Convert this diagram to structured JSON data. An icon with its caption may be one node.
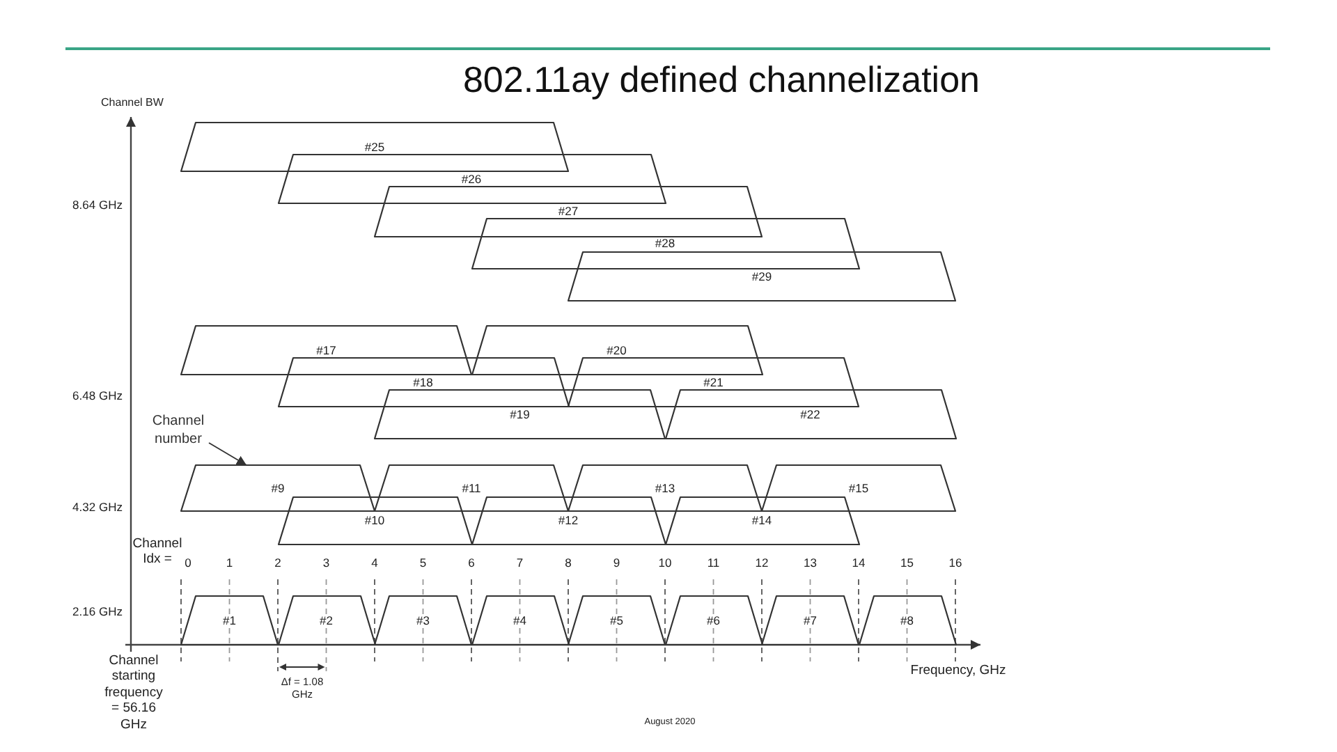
{
  "diagram": {
    "title": "802.11ay defined channelization",
    "nodes": [
      {
        "text": [
          "#25"
        ]
      },
      {
        "text": [
          "#26"
        ]
      },
      {
        "text": [
          "#27"
        ]
      },
      {
        "text": [
          "#28"
        ]
      },
      {
        "text": [
          "#29"
        ]
      },
      {
        "text": [
          "#17"
        ]
      },
      {
        "text": [
          "#20"
        ]
      },
      {
        "text": [
          "#18"
        ]
      },
      {
        "text": [
          "#21"
        ]
      },
      {
        "text": [
          "#19"
        ]
      },
      {
        "text": [
          "#22"
        ]
      },
      {
        "text": [
          "Channel number"
        ]
      },
      {
        "text": [
          "#9"
        ]
      },
      {
        "text": [
          "#11"
        ]
      },
      {
        "text": [
          "#13"
        ]
      },
      {
        "text": [
          "#15"
        ]
      },
      {
        "text": [
          "#10"
        ]
      },
      {
        "text": [
          "#12"
        ]
      },
      {
        "text": [
          "#14"
        ]
      },
      {
        "text": [
          "#1"
        ]
      },
      {
        "text": [
          "#2"
        ]
      },
      {
        "text": [
          "#3"
        ]
      },
      {
        "text": [
          "#4"
        ]
      },
      {
        "text": [
          "#5"
        ]
      },
      {
        "text": [
          "#6"
        ]
      },
      {
        "text": [
          "#7"
        ]
      },
      {
        "text": [
          "#8"
        ]
      }
    ],
    "edges": [
      {
        "from": 11,
        "to": 12,
        "arrow": "to"
      }
    ],
    "labels": [
      "Channel BW",
      "8.64 GHz",
      "6.48 GHz",
      "4.32 GHz",
      "Channel Idx =",
      "0",
      "1",
      "2",
      "3",
      "4",
      "5",
      "6",
      "7",
      "8",
      "9",
      "10",
      "11",
      "12",
      "13",
      "14",
      "15",
      "16",
      "2.16 GHz",
      "Channel starting frequency = 56.16 GHz",
      "Δf = 1.08 GHz",
      "Frequency, GHz",
      "August 2020"
    ]
  }
}
